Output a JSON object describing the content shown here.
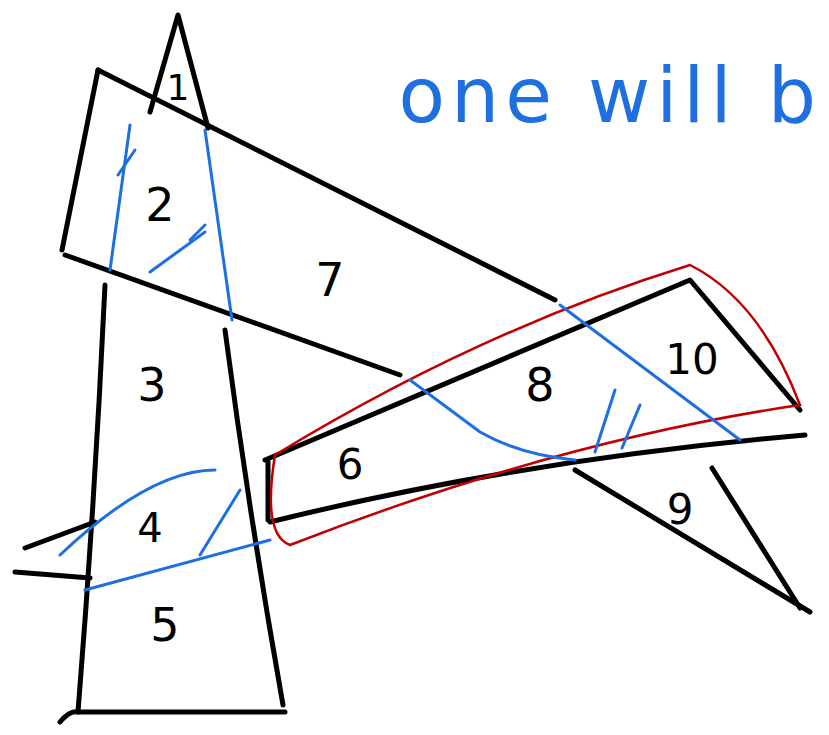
{
  "diagram": {
    "labels": [
      "one will b",
      "1",
      "2",
      "7",
      "10",
      "3",
      "8",
      "6",
      "4",
      "9",
      "5"
    ]
  }
}
